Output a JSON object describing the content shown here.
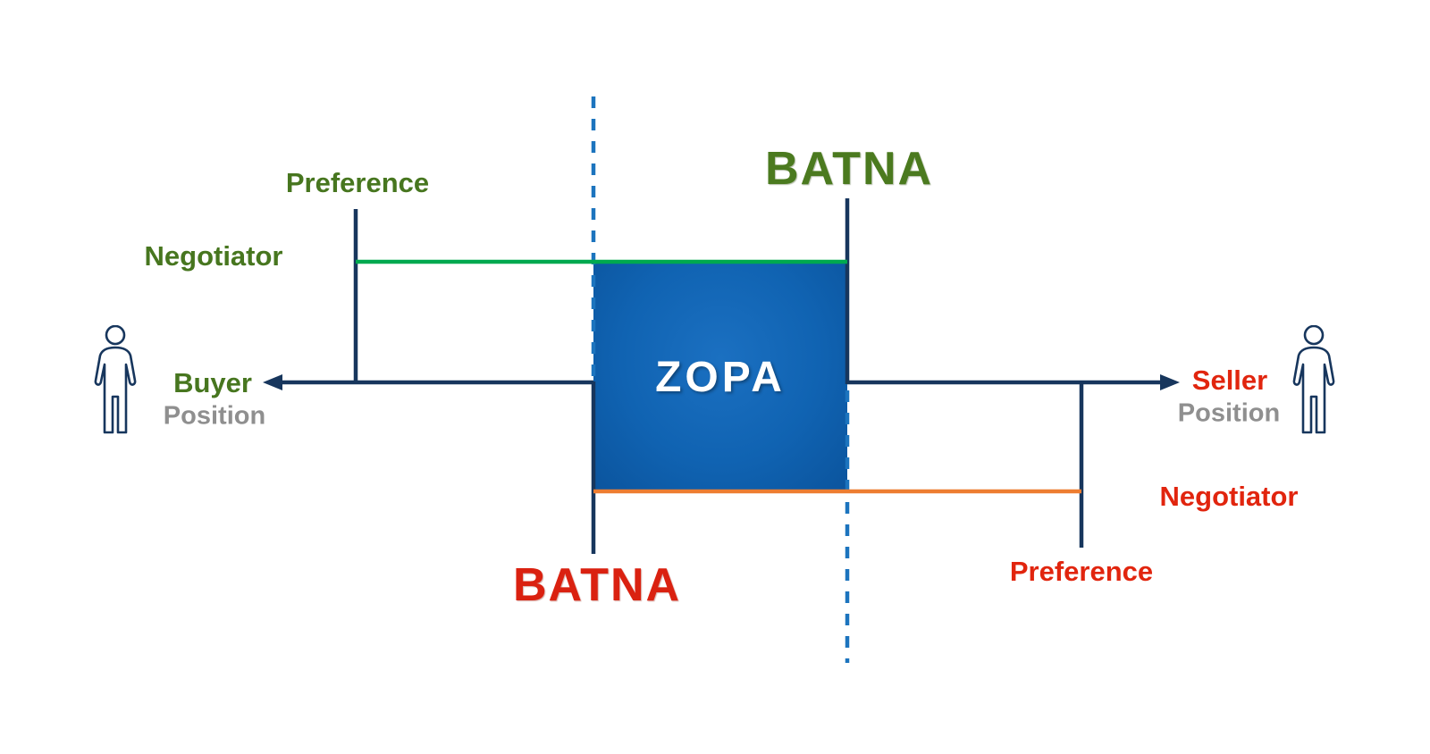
{
  "diagram": {
    "zopa_label": "ZOPA",
    "buyer_side": {
      "batna_label": "BATNA",
      "preference_label": "Preference",
      "negotiator_label": "Negotiator",
      "party_label": "Buyer",
      "position_label": "Position"
    },
    "seller_side": {
      "batna_label": "BATNA",
      "preference_label": "Preference",
      "negotiator_label": "Negotiator",
      "party_label": "Seller",
      "position_label": "Position"
    },
    "colors": {
      "navy_line": "#17365D",
      "dashed_boundary_blue": "#1C74BE",
      "buyer_line_green": "#00A94F",
      "seller_line_orange": "#ED7D31",
      "buyer_text_green": "#47761F",
      "seller_text_red": "#E1250E",
      "position_text_gray": "#8F8F8F",
      "zopa_box_blue": "#1063B2"
    }
  }
}
